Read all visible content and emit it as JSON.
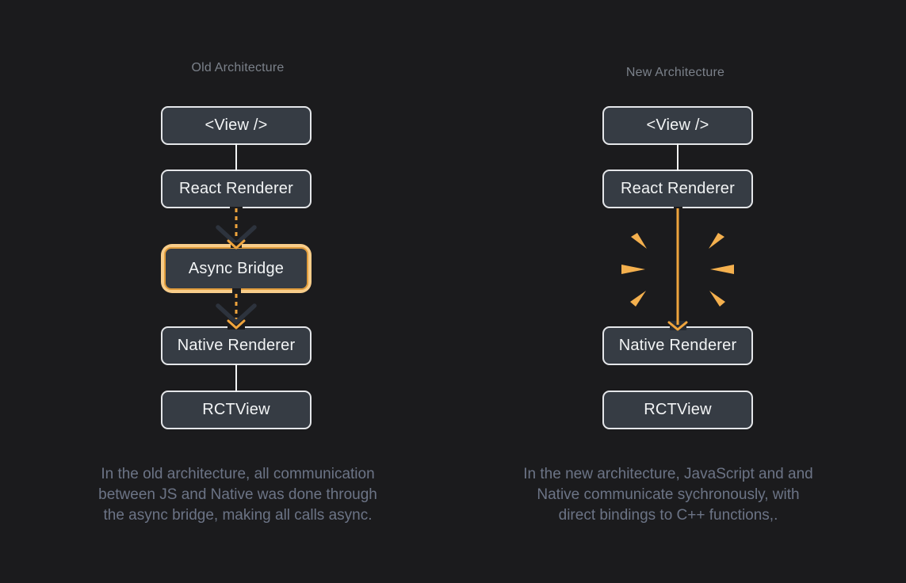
{
  "diagram": {
    "old": {
      "title": "Old Architecture",
      "boxes": {
        "view": "<View />",
        "react_renderer": "React Renderer",
        "async_bridge": "Async Bridge",
        "native_renderer": "Native Renderer",
        "rctview": "RCTView"
      },
      "caption_lines": [
        "In the old architecture, all communication",
        "between JS and Native was done through",
        "the async bridge, making all calls async."
      ]
    },
    "new": {
      "title": "New Architecture",
      "boxes": {
        "view": "<View />",
        "react_renderer": "React Renderer",
        "native_renderer": "Native Renderer",
        "rctview": "RCTView"
      },
      "caption_lines": [
        "In the new architecture, JavaScript and and",
        "Native communicate sychronously, with",
        "direct bindings to C++ functions,."
      ]
    },
    "icons": {
      "dashed_async_arrow": "dashed-arrow-down-icon",
      "solid_sync_arrow": "solid-arrow-down-icon",
      "spark_burst": "spark-burst-icon"
    },
    "colors": {
      "background": "#1b1b1d",
      "box_fill": "#363c44",
      "box_border": "#e4e6e9",
      "box_text": "#f2f4f5",
      "title_text": "#7b818a",
      "caption_text": "#6c7486",
      "accent_orange": "#efa43d",
      "spark_orange": "#f4b04e",
      "highlight_ring": "#f8cd8a",
      "highlight_inner_border": "#e09c3c",
      "dark_chevron": "#2d333d"
    }
  }
}
